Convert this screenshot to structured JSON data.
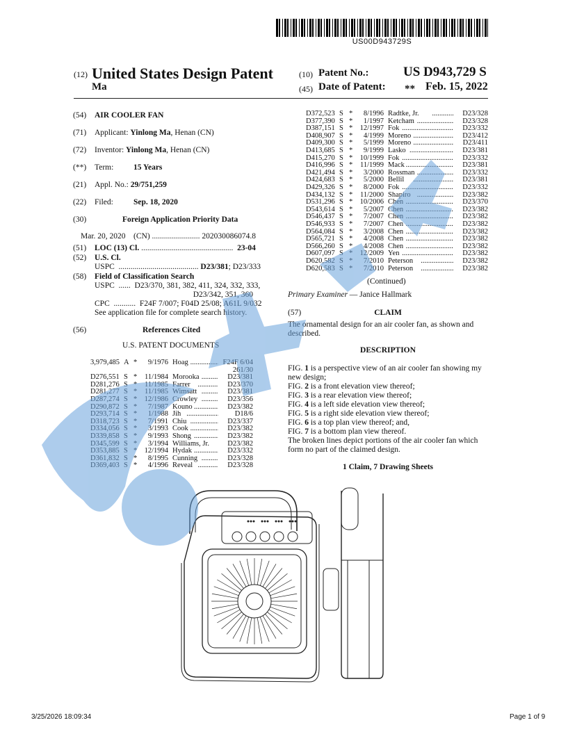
{
  "barcode_text": "US00D943729S",
  "header": {
    "code12": "(12)",
    "doc_type": "United States Design Patent",
    "inventor_short": "Ma",
    "code10": "(10)",
    "patent_no_label": "Patent No.:",
    "patent_no": "US D943,729 S",
    "code45": "(45)",
    "date_label": "Date of Patent:",
    "date_mark": "**",
    "date": "Feb. 15, 2022"
  },
  "left": {
    "title_code": "(54)",
    "title": "AIR COOLER FAN",
    "applicant_code": "(71)",
    "applicant_label": "Applicant:",
    "applicant_name": "Yinlong Ma",
    "applicant_loc": ", Henan (CN)",
    "inventor_code": "(72)",
    "inventor_label": "Inventor:",
    "inventor_name": "Yinlong Ma",
    "inventor_loc": ", Henan (CN)",
    "term_code": "(**)",
    "term_label": "Term:",
    "term_value": "15 Years",
    "appl_code": "(21)",
    "appl_label": "Appl. No.:",
    "appl_value": "29/751,259",
    "filed_code": "(22)",
    "filed_label": "Filed:",
    "filed_value": "Sep. 18, 2020",
    "priority_code": "(30)",
    "priority_title": "Foreign Application Priority Data",
    "priority_line": "Mar. 20, 2020    (CN) ........................ 202030086074.8",
    "loc_code": "(51)",
    "loc_label": "LOC (13) Cl.",
    "loc_dots": " ..............................................  ",
    "loc_value": "23-04",
    "uscl_code": "(52)",
    "uscl_label": "U.S. Cl.",
    "uspc_line_a": "USPC  ........................................ ",
    "uspc_line_b": "D23/381",
    "uspc_line_c": "; D23/333",
    "field_code": "(58)",
    "field_label": "Field of Classification Search",
    "field_l1": "USPC  ......  D23/370, 381, 382, 411, 324, 332, 333,",
    "field_l2": "D23/342, 351, 360",
    "field_l3": "CPC  ...........  F24F 7/007; F04D 25/08; A61L 9/032",
    "field_l4": "See application file for complete search history.",
    "refs_code": "(56)",
    "refs_title": "References Cited",
    "refs_sub": "U.S. PATENT DOCUMENTS"
  },
  "left_refs": [
    {
      "no": "3,979,485",
      "k": "A",
      "s": "*",
      "date": "9/1976",
      "name": "Hoag",
      "cls": "F24F 6/04"
    },
    {
      "no": "",
      "k": "",
      "s": "",
      "date": "",
      "name": "",
      "cls": "261/30"
    },
    {
      "no": "D276,551",
      "k": "S",
      "s": "*",
      "date": "11/1984",
      "name": "Morooka",
      "cls": "D23/381"
    },
    {
      "no": "D281,276",
      "k": "S",
      "s": "*",
      "date": "11/1985",
      "name": "Farrer",
      "cls": "D23/370"
    },
    {
      "no": "D281,277",
      "k": "S",
      "s": "*",
      "date": "11/1985",
      "name": "Wimsatt",
      "cls": "D23/381"
    },
    {
      "no": "D287,274",
      "k": "S",
      "s": "*",
      "date": "12/1986",
      "name": "Crowley",
      "cls": "D23/356"
    },
    {
      "no": "D290,872",
      "k": "S",
      "s": "*",
      "date": "7/1987",
      "name": "Kouno",
      "cls": "D23/382"
    },
    {
      "no": "D293,714",
      "k": "S",
      "s": "*",
      "date": "1/1988",
      "name": "Jih",
      "cls": "D18/6"
    },
    {
      "no": "D318,723",
      "k": "S",
      "s": "*",
      "date": "7/1991",
      "name": "Chiu",
      "cls": "D23/337"
    },
    {
      "no": "D334,056",
      "k": "S",
      "s": "*",
      "date": "3/1993",
      "name": "Cook",
      "cls": "D23/382"
    },
    {
      "no": "D339,858",
      "k": "S",
      "s": "*",
      "date": "9/1993",
      "name": "Shong",
      "cls": "D23/382"
    },
    {
      "no": "D345,599",
      "k": "S",
      "s": "*",
      "date": "3/1994",
      "name": "Williams, Jr.",
      "cls": "D23/382"
    },
    {
      "no": "D353,885",
      "k": "S",
      "s": "*",
      "date": "12/1994",
      "name": "Hydak",
      "cls": "D23/332"
    },
    {
      "no": "D361,832",
      "k": "S",
      "s": "*",
      "date": "8/1995",
      "name": "Cunning",
      "cls": "D23/328"
    },
    {
      "no": "D369,403",
      "k": "S",
      "s": "*",
      "date": "4/1996",
      "name": "Reveal",
      "cls": "D23/328"
    }
  ],
  "right_refs": [
    {
      "no": "D372,523",
      "k": "S",
      "s": "*",
      "date": "8/1996",
      "name": "Radtke, Jr.",
      "cls": "D23/328"
    },
    {
      "no": "D377,390",
      "k": "S",
      "s": "*",
      "date": "1/1997",
      "name": "Ketcham",
      "cls": "D23/328"
    },
    {
      "no": "D387,151",
      "k": "S",
      "s": "*",
      "date": "12/1997",
      "name": "Fok",
      "cls": "D23/332"
    },
    {
      "no": "D408,907",
      "k": "S",
      "s": "*",
      "date": "4/1999",
      "name": "Moreno",
      "cls": "D23/412"
    },
    {
      "no": "D409,300",
      "k": "S",
      "s": "*",
      "date": "5/1999",
      "name": "Moreno",
      "cls": "D23/411"
    },
    {
      "no": "D413,685",
      "k": "S",
      "s": "*",
      "date": "9/1999",
      "name": "Lasko",
      "cls": "D23/381"
    },
    {
      "no": "D415,270",
      "k": "S",
      "s": "*",
      "date": "10/1999",
      "name": "Fok",
      "cls": "D23/332"
    },
    {
      "no": "D416,996",
      "k": "S",
      "s": "*",
      "date": "11/1999",
      "name": "Mack",
      "cls": "D23/381"
    },
    {
      "no": "D421,494",
      "k": "S",
      "s": "*",
      "date": "3/2000",
      "name": "Rossman",
      "cls": "D23/332"
    },
    {
      "no": "D424,683",
      "k": "S",
      "s": "*",
      "date": "5/2000",
      "name": "Bellil",
      "cls": "D23/381"
    },
    {
      "no": "D429,326",
      "k": "S",
      "s": "*",
      "date": "8/2000",
      "name": "Fok",
      "cls": "D23/332"
    },
    {
      "no": "D434,132",
      "k": "S",
      "s": "*",
      "date": "11/2000",
      "name": "Shapiro",
      "cls": "D23/382"
    },
    {
      "no": "D531,296",
      "k": "S",
      "s": "*",
      "date": "10/2006",
      "name": "Chen",
      "cls": "D23/370"
    },
    {
      "no": "D543,614",
      "k": "S",
      "s": "*",
      "date": "5/2007",
      "name": "Chen",
      "cls": "D23/382"
    },
    {
      "no": "D546,437",
      "k": "S",
      "s": "*",
      "date": "7/2007",
      "name": "Chen",
      "cls": "D23/382"
    },
    {
      "no": "D546,933",
      "k": "S",
      "s": "*",
      "date": "7/2007",
      "name": "Chen",
      "cls": "D23/382"
    },
    {
      "no": "D564,084",
      "k": "S",
      "s": "*",
      "date": "3/2008",
      "name": "Chen",
      "cls": "D23/382"
    },
    {
      "no": "D565,721",
      "k": "S",
      "s": "*",
      "date": "4/2008",
      "name": "Chen",
      "cls": "D23/382"
    },
    {
      "no": "D566,260",
      "k": "S",
      "s": "*",
      "date": "4/2008",
      "name": "Chen",
      "cls": "D23/382"
    },
    {
      "no": "D607,097",
      "k": "S",
      "s": "*",
      "date": "12/2009",
      "name": "Yen",
      "cls": "D23/382"
    },
    {
      "no": "D620,582",
      "k": "S",
      "s": "*",
      "date": "7/2010",
      "name": "Peterson",
      "cls": "D23/382"
    },
    {
      "no": "D620,583",
      "k": "S",
      "s": "*",
      "date": "7/2010",
      "name": "Peterson",
      "cls": "D23/382"
    }
  ],
  "right": {
    "continued": "(Continued)",
    "examiner_label": "Primary Examiner",
    "examiner_name": " — Janice Hallmark",
    "claim_code": "(57)",
    "claim_title": "CLAIM",
    "claim_text": "The ornamental design for an air cooler fan, as shown and described.",
    "desc_title": "DESCRIPTION",
    "figs": [
      {
        "pre": "FIG. ",
        "num": "1",
        "post": " is a perspective view of an air cooler fan showing my new design;"
      },
      {
        "pre": "FIG. ",
        "num": "2",
        "post": " is a front elevation view thereof;"
      },
      {
        "pre": "FIG. ",
        "num": "3",
        "post": " is a rear elevation view thereof;"
      },
      {
        "pre": "FIG. ",
        "num": "4",
        "post": " is a left side elevation view thereof;"
      },
      {
        "pre": "FIG. ",
        "num": "5",
        "post": " is a right side elevation view thereof;"
      },
      {
        "pre": "FIG. ",
        "num": "6",
        "post": " is a top plan view thereof; and,"
      },
      {
        "pre": "FIG. ",
        "num": "7",
        "post": " is a bottom plan view thereof."
      }
    ],
    "broken_lines": "The broken lines depict portions of the air cooler fan which form no part of the claimed design.",
    "sheets": "1 Claim, 7 Drawing Sheets"
  },
  "footer": {
    "timestamp": "3/25/2026 18:09:34",
    "page": "Page 1 of 9"
  },
  "colors": {
    "watermark": "#6aa3dc",
    "ink": "#111111"
  }
}
